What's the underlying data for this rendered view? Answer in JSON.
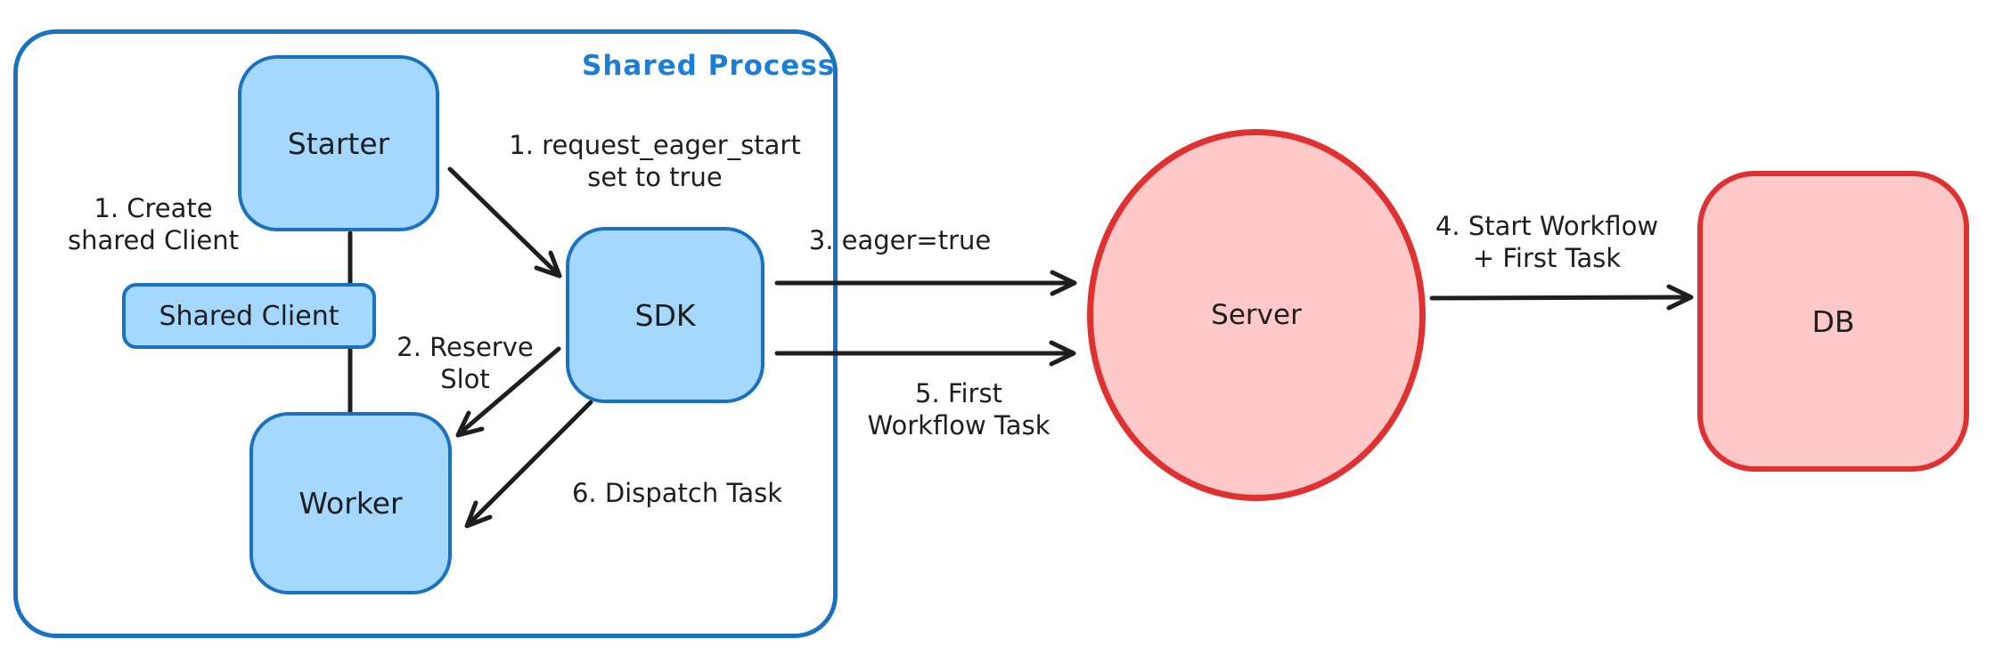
{
  "diagram": {
    "shared_process": {
      "label": "Shared Process"
    },
    "nodes": {
      "starter": {
        "label": "Starter"
      },
      "shared_client": {
        "label": "Shared Client"
      },
      "worker": {
        "label": "Worker"
      },
      "sdk": {
        "label": "SDK"
      },
      "server": {
        "label": "Server"
      },
      "db": {
        "label": "DB"
      }
    },
    "annotations": {
      "create_shared_client": "1. Create\nshared Client",
      "request_eager_start": "1. request_eager_start\nset to true",
      "reserve_slot": "2. Reserve\nSlot",
      "eager_true": "3. eager=true",
      "start_workflow": "4. Start Workflow\n+ First Task",
      "first_workflow_task": "5. First\nWorkflow Task",
      "dispatch_task": "6. Dispatch Task"
    },
    "colors": {
      "blue_stroke": "#1971c2",
      "blue_fill": "#a5d8ff",
      "blue_text": "#1c7ed6",
      "red_stroke": "#e03131",
      "red_fill": "#ffc9c9",
      "ink": "#1e1e1e",
      "background": "#ffffff"
    }
  }
}
